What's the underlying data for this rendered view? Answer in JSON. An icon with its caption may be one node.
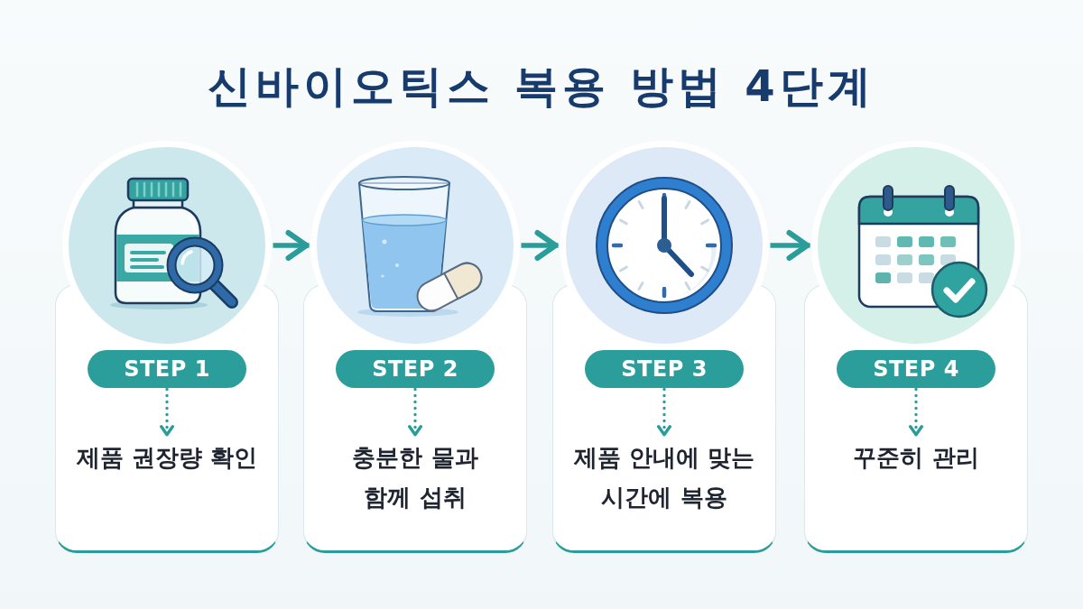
{
  "diagram": {
    "title": "신바이오틱스 복용 방법 4단계",
    "nodes": [
      {
        "text": [],
        "shape": "circle"
      },
      {
        "text": [],
        "shape": "box"
      },
      {
        "text": [
          "STEP 1"
        ],
        "in": 1
      },
      {
        "text": [
          "제품 권장량 확인"
        ],
        "in": 1
      },
      {
        "text": [],
        "shape": "circle"
      },
      {
        "text": [],
        "shape": "box"
      },
      {
        "text": [
          "STEP 2"
        ],
        "in": 5
      },
      {
        "text": [
          "충분한 물과 함께 섭취"
        ],
        "in": 5
      },
      {
        "text": [],
        "shape": "circle"
      },
      {
        "text": [],
        "shape": "box"
      },
      {
        "text": [
          "STEP 3"
        ],
        "in": 9
      },
      {
        "text": [
          "제품 안내에 맞는 시간에 복용"
        ],
        "in": 9
      },
      {
        "text": [],
        "shape": "circle"
      },
      {
        "text": [],
        "shape": "box"
      },
      {
        "text": [
          "STEP 4"
        ],
        "in": 13
      },
      {
        "text": [
          "꾸준히 관리"
        ],
        "in": 13
      }
    ],
    "edges": [
      {
        "from": 0,
        "to": 4,
        "arrow": "to"
      },
      {
        "from": 4,
        "to": 8,
        "arrow": "to"
      },
      {
        "from": 8,
        "to": 12,
        "arrow": "to"
      },
      {
        "from": 2,
        "to": 3,
        "arrow": "to",
        "style": "dashed"
      },
      {
        "from": 6,
        "to": 7,
        "arrow": "to",
        "style": "dashed"
      },
      {
        "from": 10,
        "to": 11,
        "arrow": "to",
        "style": "dashed"
      },
      {
        "from": 14,
        "to": 15,
        "arrow": "to",
        "style": "dashed"
      }
    ]
  }
}
